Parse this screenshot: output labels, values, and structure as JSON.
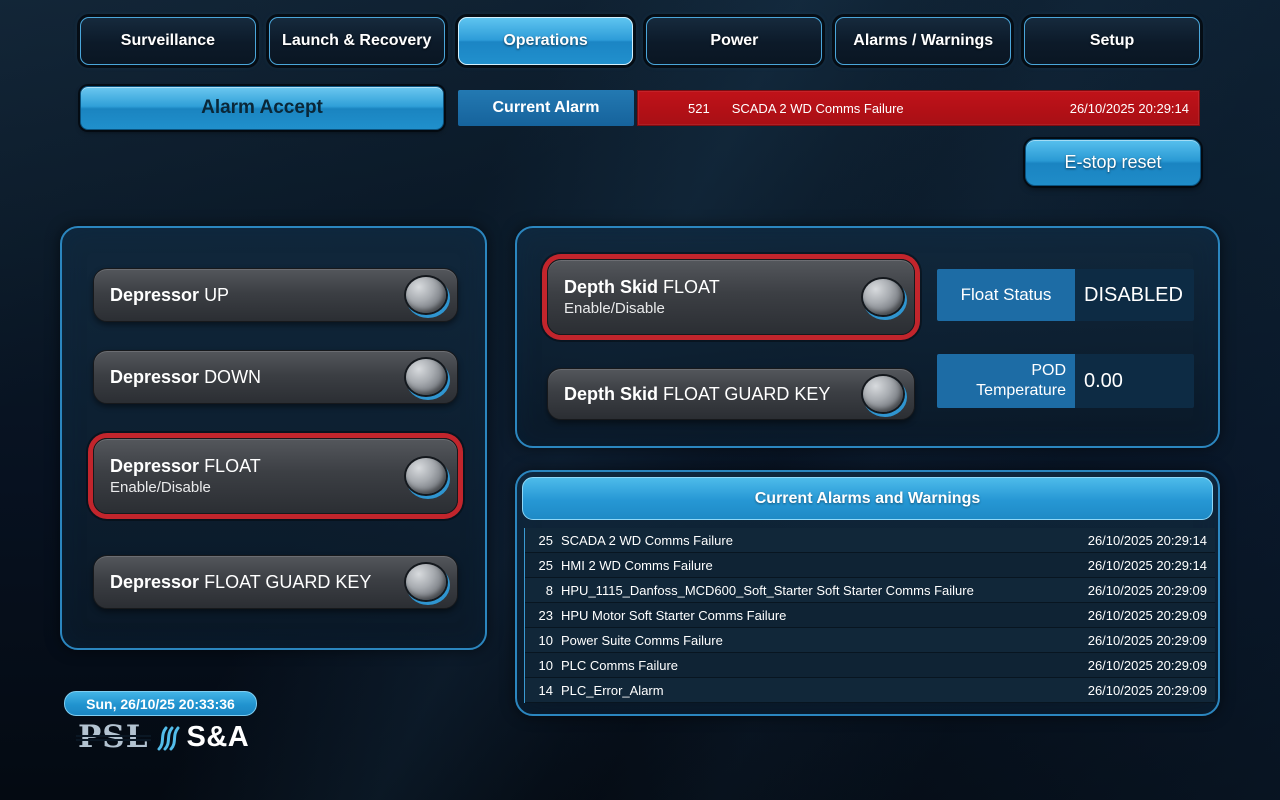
{
  "nav": {
    "tabs": [
      {
        "label": "Surveillance"
      },
      {
        "label": "Launch & Recovery"
      },
      {
        "label": "Operations"
      },
      {
        "label": "Power"
      },
      {
        "label": "Alarms / Warnings"
      },
      {
        "label": "Setup"
      }
    ]
  },
  "alarm_bar": {
    "accept_label": "Alarm Accept",
    "current_alarm_label": "Current Alarm",
    "id": "521",
    "message": "SCADA 2 WD Comms Failure",
    "timestamp": "26/10/2025 20:29:14"
  },
  "estop_label": "E-stop reset",
  "depressor": {
    "up": {
      "bold": "Depressor",
      "rest": "UP"
    },
    "down": {
      "bold": "Depressor",
      "rest": "DOWN"
    },
    "float": {
      "bold": "Depressor",
      "rest": "FLOAT",
      "sub": "Enable/Disable"
    },
    "guard": {
      "bold": "Depressor",
      "rest": "FLOAT GUARD KEY"
    }
  },
  "depth_skid": {
    "float": {
      "bold": "Depth Skid",
      "rest": "FLOAT",
      "sub": "Enable/Disable"
    },
    "guard": {
      "bold": "Depth Skid",
      "rest": "FLOAT GUARD KEY"
    },
    "float_status": {
      "label": "Float Status",
      "value": "DISABLED"
    },
    "pod_temperature": {
      "label_line1": "POD",
      "label_line2": "Temperature",
      "value": "0.00"
    }
  },
  "alarms": {
    "title": "Current Alarms and Warnings",
    "rows": [
      {
        "num": "25",
        "text": "SCADA 2 WD Comms Failure",
        "time": "26/10/2025 20:29:14"
      },
      {
        "num": "25",
        "text": "HMI 2 WD Comms Failure",
        "time": "26/10/2025 20:29:14"
      },
      {
        "num": "8",
        "text": "HPU_1115_Danfoss_MCD600_Soft_Starter Soft Starter Comms Failure",
        "time": "26/10/2025 20:29:09"
      },
      {
        "num": "23",
        "text": "HPU Motor Soft Starter Comms Failure",
        "time": "26/10/2025 20:29:09"
      },
      {
        "num": "10",
        "text": "Power Suite Comms Failure",
        "time": "26/10/2025 20:29:09"
      },
      {
        "num": "10",
        "text": "PLC Comms Failure",
        "time": "26/10/2025 20:29:09"
      },
      {
        "num": "14",
        "text": "PLC_Error_Alarm",
        "time": "26/10/2025 20:29:09"
      }
    ]
  },
  "footer": {
    "datetime": "Sun, 26/10/25 20:33:36",
    "logo_psl": "PSL",
    "logo_sa": "S&A"
  },
  "colors": {
    "accent": "#2da9e0",
    "active_tab": "#2f9ad6",
    "alarm_red": "#b5121a",
    "alert_ring": "#c2252c",
    "panel_border": "#2b86bf",
    "status_label_bg": "#1d6ca5",
    "status_value_bg": "#0d2b44"
  }
}
